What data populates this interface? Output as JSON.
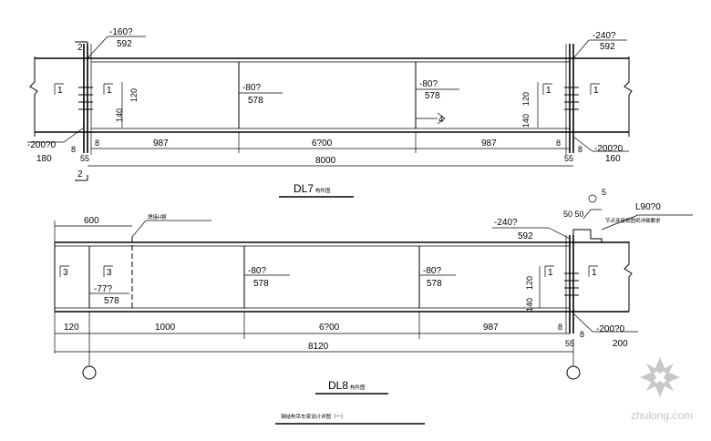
{
  "dl7": {
    "title": "DL7",
    "title_suffix": "构件图",
    "dims_bottom": [
      "987",
      "6?00",
      "987"
    ],
    "dim_total": "8000",
    "left_small": [
      "8",
      "180"
    ],
    "left_55": "55",
    "right_small": [
      "8",
      "160"
    ],
    "right_55": "55",
    "left_plate": "-200?0",
    "right_plate": "-200?0",
    "top_left_plate": "-160?",
    "top_left_len": "592",
    "top_right_plate": "-240?",
    "top_right_len": "592",
    "stiff_1": "-80?",
    "stiff_1_len": "578",
    "stiff_2": "-80?",
    "stiff_2_len": "578",
    "dim_120_left": "120",
    "dim_140_left": "140",
    "dim_120_right": "120",
    "dim_140_right": "140",
    "label_1_left": "1",
    "label_1_left_b": "1",
    "label_1_right": "1",
    "label_1_right_b": "1",
    "section_2_top": "2",
    "section_2_bottom": "2",
    "weld_4": "4"
  },
  "dl8": {
    "title": "DL8",
    "title_suffix": "构件图",
    "dim_600": "600",
    "note_top": "焊接H钢",
    "note_right": "L90?0",
    "note_right_2": "节点连接按图纸详细要求",
    "dims_bottom": [
      "120",
      "1000",
      "6?00",
      "987"
    ],
    "dim_total": "8120",
    "right_small": [
      "8",
      "200"
    ],
    "right_55": "55",
    "top_right_plate": "-240?",
    "top_right_len": "592",
    "dim_5050": "50 50",
    "weld_5": "5",
    "stiff_left": "-77?",
    "stiff_left_len": "578",
    "stiff_1": "-80?",
    "stiff_1_len": "578",
    "stiff_2": "-80?",
    "stiff_2_len": "578",
    "right_plate": "-200?0",
    "dim_120": "120",
    "dim_140": "140",
    "label_3_a": "3",
    "label_3_b": "3",
    "label_1_a": "1",
    "label_1_b": "1"
  },
  "footer_title": "钢结构吊车梁设计详图（一）",
  "watermark": "zhulong.com"
}
